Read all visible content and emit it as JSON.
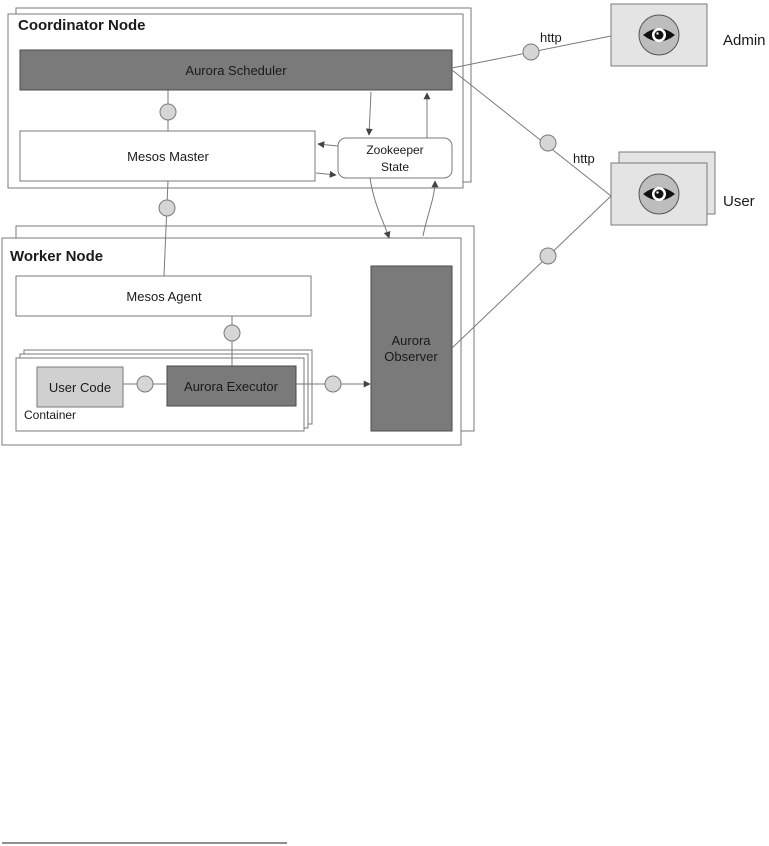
{
  "diagram": {
    "coordinator_node": {
      "title": "Coordinator Node",
      "scheduler_label": "Aurora Scheduler",
      "mesos_master_label": "Mesos Master",
      "zookeeper_line1": "Zookeeper",
      "zookeeper_line2": "State"
    },
    "worker_node": {
      "title": "Worker Node",
      "mesos_agent_label": "Mesos Agent",
      "user_code_label": "User Code",
      "executor_label": "Aurora Executor",
      "container_label": "Container",
      "observer_line1": "Aurora",
      "observer_line2": "Observer"
    },
    "actors": {
      "admin_label": "Admin",
      "user_label": "User",
      "http_admin": "http",
      "http_user": "http",
      "admin_icon": "eye-icon",
      "user_icon": "eye-icon"
    },
    "colors": {
      "dark_box": "#7a7a7a",
      "light_box": "#d0d0d0",
      "actor_box": "#e4e4e4",
      "connector": "#d6d6d6",
      "line": "#7a7a7a"
    }
  }
}
